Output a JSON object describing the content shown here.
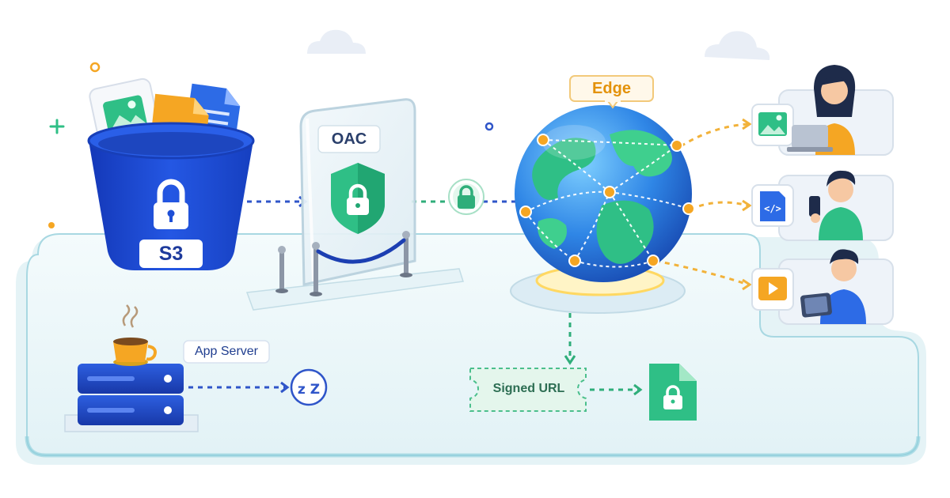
{
  "labels": {
    "s3": "S3",
    "oac": "OAC",
    "edge": "Edge",
    "app_server": "App Server",
    "signed_url": "Signed URL"
  },
  "icons": {
    "code_glyph": "</>",
    "sleep_glyph": "z Z"
  },
  "colors": {
    "primary_blue": "#1e4fd6",
    "accent_orange": "#f5a623",
    "accent_green": "#2fbf86",
    "platform_teal": "#bfe3ea",
    "dashed_line_blue": "#2f55c9",
    "dashed_line_green": "#2fae7a",
    "dashed_line_orange": "#f2b23a"
  }
}
